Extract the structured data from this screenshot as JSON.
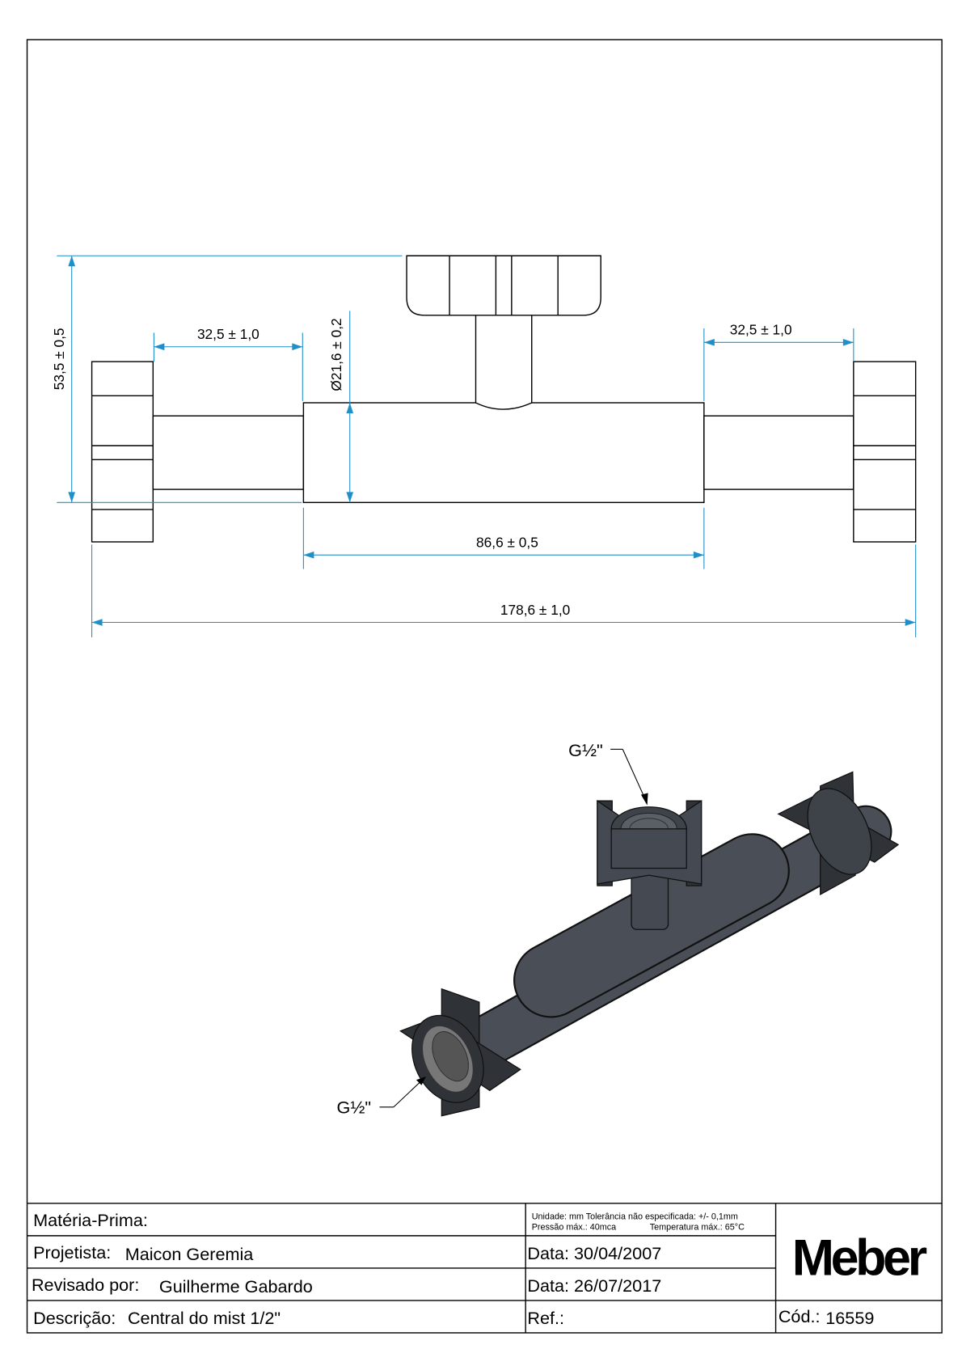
{
  "drawing": {
    "dimensions": {
      "height_total": "53,5 ± 0,5",
      "left_length": "32,5 ± 1,0",
      "right_length": "32,5 ± 1,0",
      "diameter": "Ø21,6 ± 0,2",
      "body_length": "86,6 ± 0,5",
      "total_length": "178,6 ± 1,0"
    },
    "thread_callouts": {
      "top": "G½\"",
      "bottom": "G½\""
    },
    "part_color": "#454a52",
    "dimension_color": "#1f8fc9"
  },
  "title_block": {
    "materia_prima_label": "Matéria-Prima:",
    "materia_prima_value": "",
    "projetista_label": "Projetista:",
    "projetista_value": "Maicon Geremia",
    "revisado_label": "Revisado por:",
    "revisado_value": "Guilherme Gabardo",
    "descricao_label": "Descrição:",
    "descricao_value": "Central do mist 1/2\"",
    "notes_line1": "Unidade: mm Tolerância não especificada: +/- 0,1mm",
    "notes_line2_a": "Pressão máx.: 40mca",
    "notes_line2_b": "Temperatura máx.: 65°C",
    "data1": "Data: 30/04/2007",
    "data2": "Data: 26/07/2017",
    "ref_label": "Ref.:",
    "cod_label": "Cód.:",
    "cod_value": "16559",
    "logo": "Meber"
  }
}
